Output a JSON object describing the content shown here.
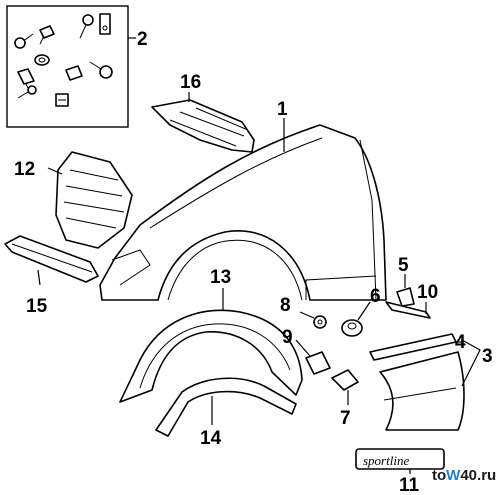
{
  "callouts": {
    "c1": "1",
    "c2": "2",
    "c3": "3",
    "c4": "4",
    "c5": "5",
    "c6": "6",
    "c7": "7",
    "c8": "8",
    "c9": "9",
    "c10": "10",
    "c11": "11",
    "c12": "12",
    "c13": "13",
    "c14": "14",
    "c15": "15",
    "c16": "16"
  },
  "emblem_text": "sportline",
  "watermark": {
    "prefix": "to",
    "accent": "W",
    "suffix": "40.ru"
  },
  "colors": {
    "line": "#000000",
    "background": "#ffffff",
    "watermark_accent": "#2a7ec4"
  }
}
